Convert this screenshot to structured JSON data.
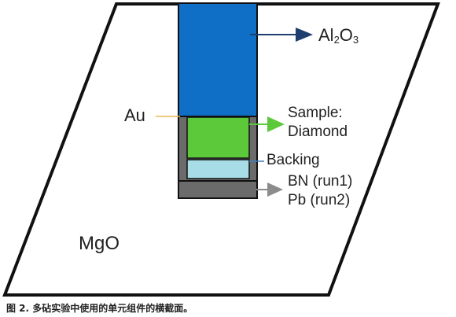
{
  "labels": {
    "al2o3": {
      "main": "Al",
      "sub1": "2",
      "mid": "O",
      "sub2": "3"
    },
    "au": "Au",
    "sample_line1": "Sample:",
    "sample_line2": "Diamond",
    "backing": "Backing",
    "bn": "BN (run1)",
    "pb": "Pb (run2)",
    "mgo": "MgO"
  },
  "caption": "图 2. 多砧实验中使用的单元组件的横截面。",
  "colors": {
    "al2o3": "#0f6fc6",
    "au": "#6b6b6b",
    "sample": "#5cc93a",
    "backing": "#a8dce6",
    "bn_pb": "#6b6b6b",
    "al2o3_arrow": "#1f3d6e",
    "sample_arrow": "#5cc93a",
    "bnpb_arrow": "#8c8c8c",
    "au_leader": "#e6b84e",
    "backing_leader": "#3d7fc4"
  }
}
